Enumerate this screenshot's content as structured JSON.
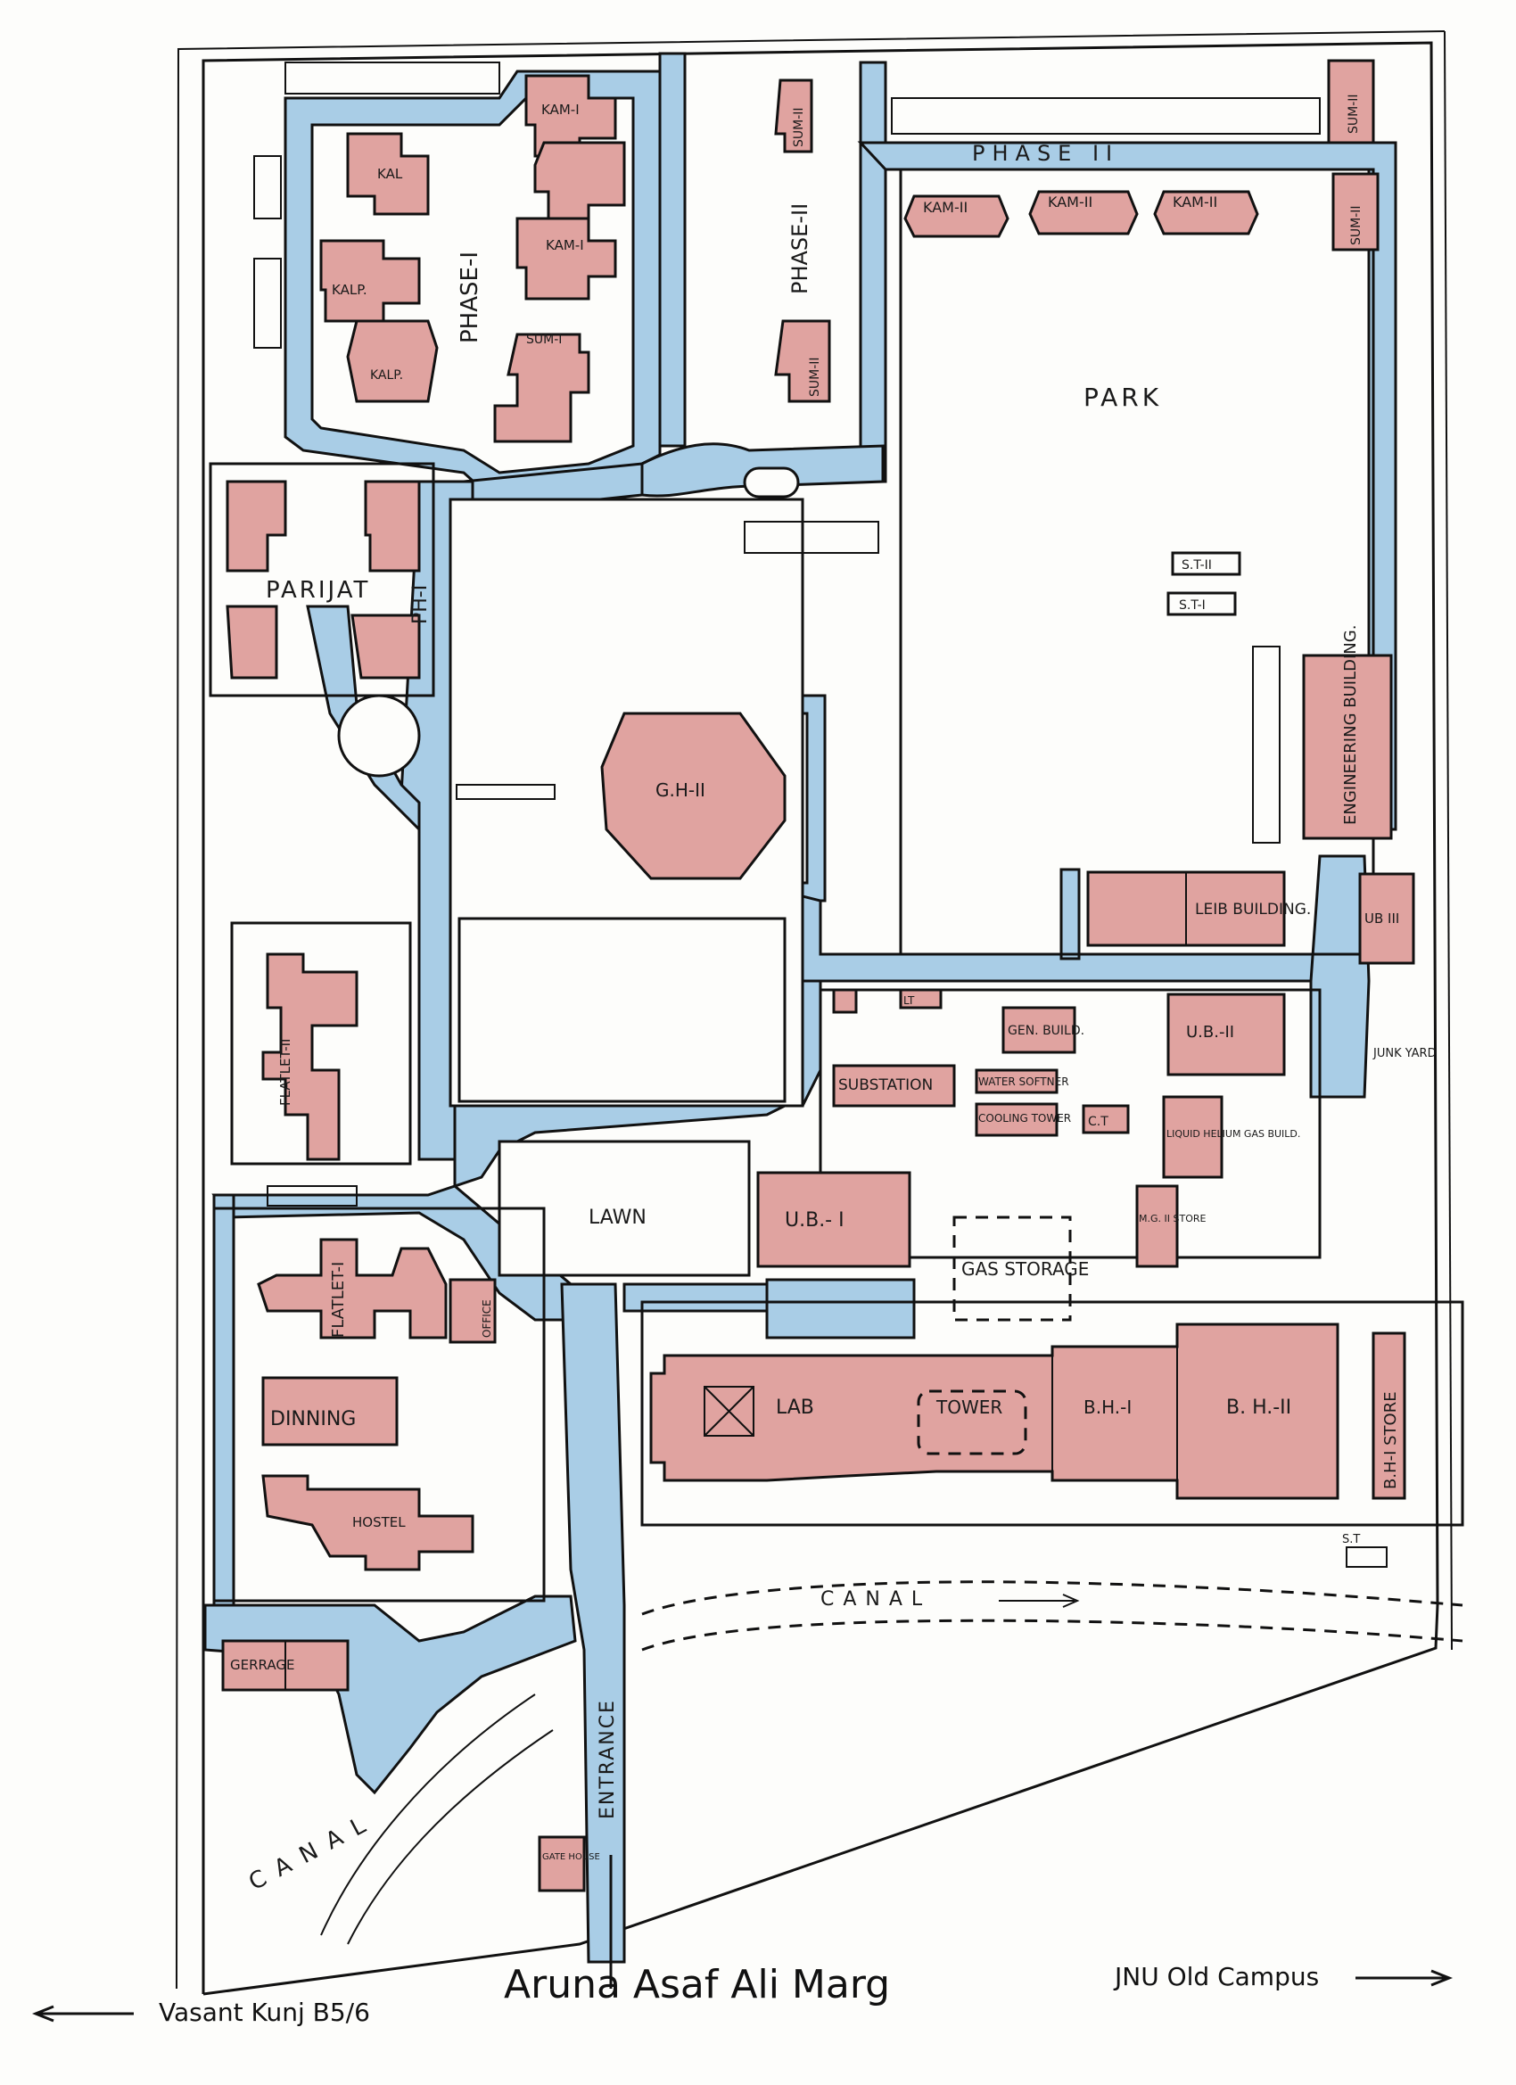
{
  "areas": {
    "phase1": "PHASE-I",
    "phase2_vertical": "PHASE-II",
    "phase2_top": "PHASE II",
    "park": "PARK",
    "parijat": "PARIJAT",
    "ph1": "PH-I",
    "lawn": "LAWN",
    "canal_right": "CANAL",
    "canal_left": "CANAL",
    "entrance": "ENTRANCE"
  },
  "buildings": {
    "kam1_a": "KAM-I",
    "kam1_b": "KAM-I",
    "kal": "KAL",
    "kalp_a": "KALP.",
    "kalp_b": "KALP.",
    "sum1": "SUM-I",
    "sum2_a": "SUM-II",
    "sum2_b": "SUM-II",
    "sum2_c": "SUM-II",
    "sum2_d": "SUM-II",
    "kam2_a": "KAM-II",
    "kam2_b": "KAM-II",
    "kam2_c": "KAM-II",
    "st2": "S.T-II",
    "st1": "S.T-I",
    "engineering": "ENGINEERING BUILDING.",
    "gh2": "G.H-II",
    "leib": "LEIB BUILDING.",
    "ub3": "UB III",
    "ub2": "U.B.-II",
    "junk_yard": "JUNK YARD",
    "lt": "LT",
    "gen_build": "GEN. BUILD.",
    "water_softner": "WATER SOFTNER",
    "cooling_tower": "COOLING TOWER",
    "ct": "C.T",
    "substation": "SUBSTATION",
    "liquid_helium": "LIQUID HELIUM GAS BUILD.",
    "mg2_store": "M.G. II STORE",
    "ub1": "U.B.- I",
    "gas_storage": "GAS STORAGE",
    "flatlet2": "FLATLET-II",
    "flatlet1": "FLATLET-I",
    "office": "OFFICE",
    "dinning": "DINNING",
    "hostel": "HOSTEL",
    "lab": "LAB",
    "tower": "TOWER",
    "bh1": "B.H.-I",
    "bh2": "B. H.-II",
    "bh1_store": "B.H-I STORE",
    "st_small": "S.T",
    "gerrage": "GERRAGE",
    "gate_house": "GATE HOUSE"
  },
  "footer": {
    "road_name": "Aruna Asaf Ali Marg",
    "left_direction": "Vasant Kunj B5/6",
    "right_direction": "JNU Old Campus"
  },
  "colors": {
    "building": "#e0a3a0",
    "road": "#a9cde6",
    "ink": "#111111"
  }
}
